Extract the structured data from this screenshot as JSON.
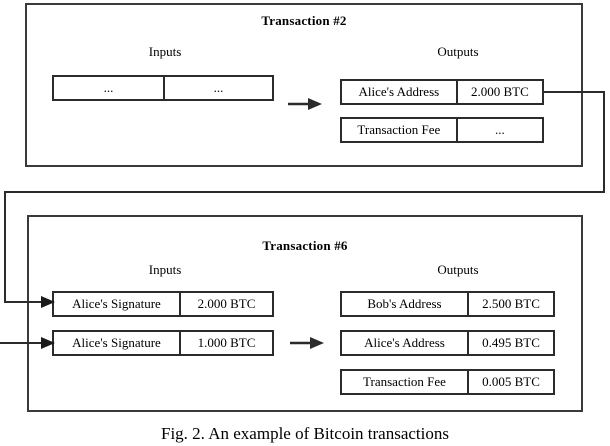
{
  "figure": {
    "caption": "Fig. 2.  An example of Bitcoin transactions"
  },
  "transactions": [
    {
      "id": "tx2",
      "title": "Transaction #2",
      "inputs_heading": "Inputs",
      "outputs_heading": "Outputs",
      "inputs": [
        {
          "label": "...",
          "amount": "..."
        }
      ],
      "outputs": [
        {
          "label": "Alice's Address",
          "amount": "2.000 BTC"
        },
        {
          "label": "Transaction Fee",
          "amount": "..."
        }
      ]
    },
    {
      "id": "tx6",
      "title": "Transaction #6",
      "inputs_heading": "Inputs",
      "outputs_heading": "Outputs",
      "inputs": [
        {
          "label": "Alice's Signature",
          "amount": "2.000 BTC"
        },
        {
          "label": "Alice's Signature",
          "amount": "1.000 BTC"
        }
      ],
      "outputs": [
        {
          "label": "Bob's Address",
          "amount": "2.500 BTC"
        },
        {
          "label": "Alice's Address",
          "amount": "0.495 BTC"
        },
        {
          "label": "Transaction Fee",
          "amount": "0.005 BTC"
        }
      ]
    }
  ],
  "icons": {
    "flow_arrow": "right-arrow-icon",
    "link_arrow": "spend-link-arrow-icon"
  },
  "colors": {
    "stroke": "#2b2b2b",
    "frame": "#3a3a3a",
    "background": "#ffffff",
    "text": "#000000"
  }
}
